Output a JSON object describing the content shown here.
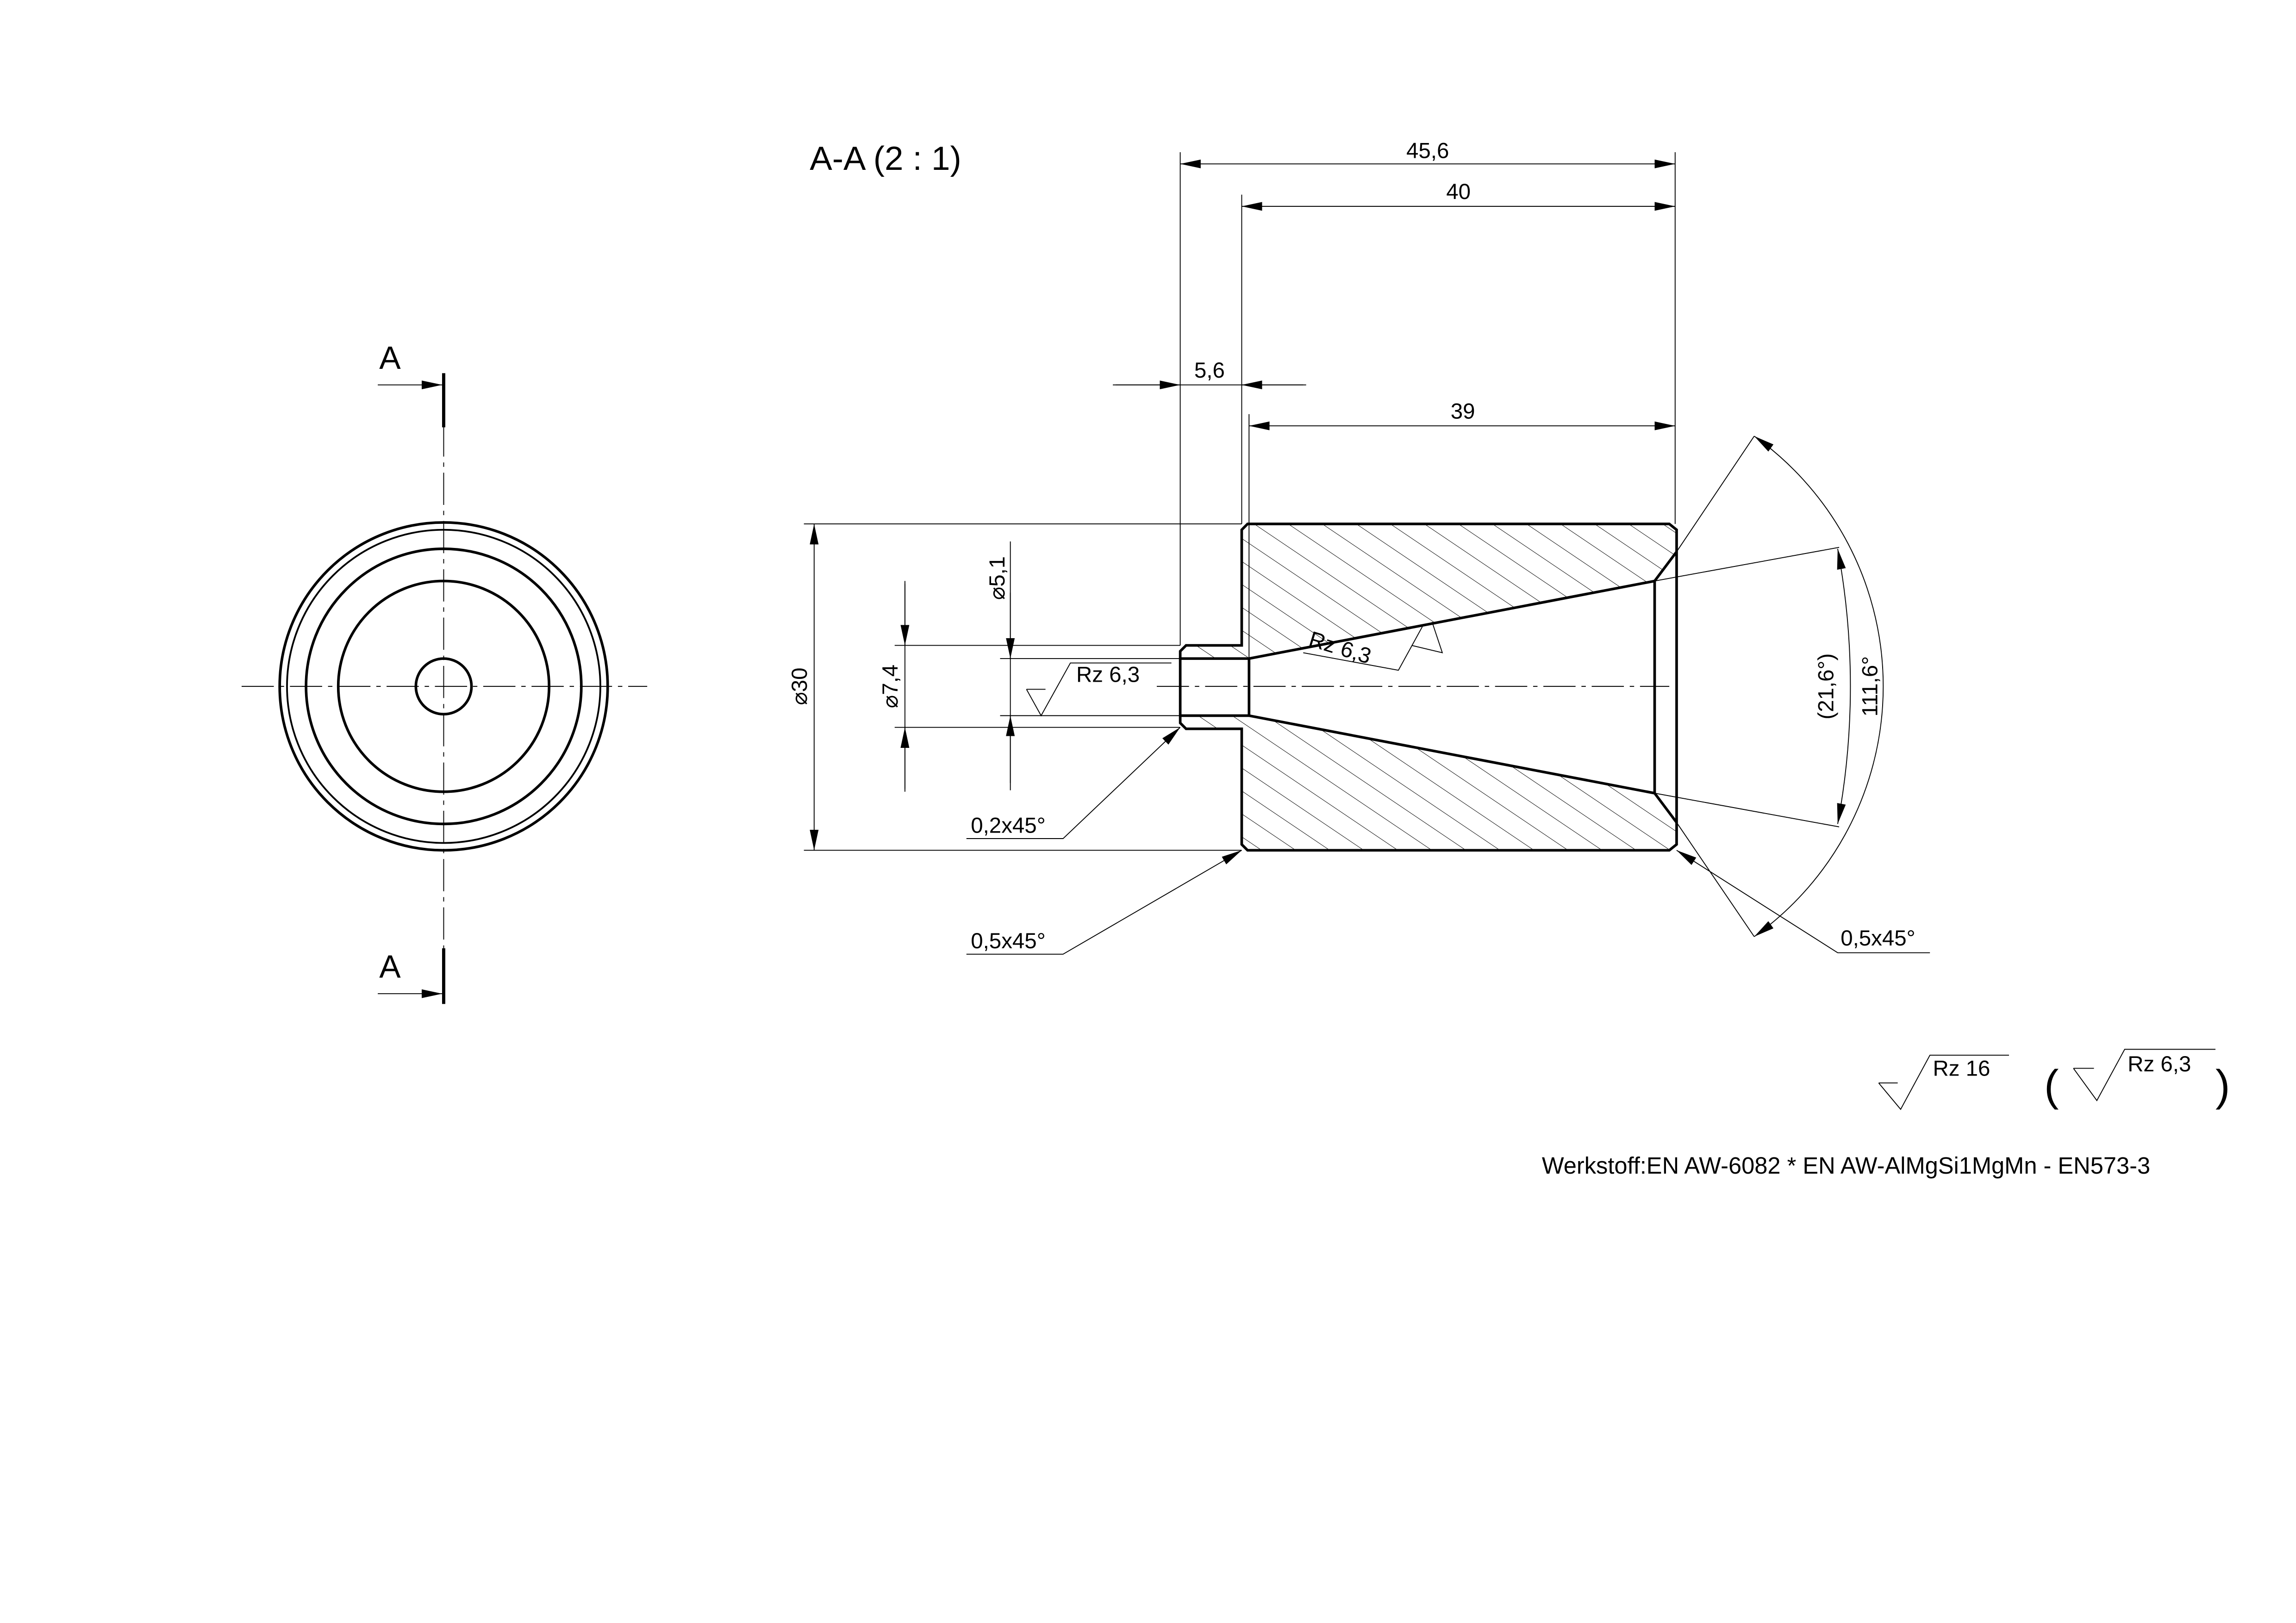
{
  "view": {
    "section_title": "A-A  (2 : 1)",
    "section_mark_top": "A",
    "section_mark_bottom": "A"
  },
  "dimensions": {
    "overall_length": "45,6",
    "body_length": "40",
    "flange_length": "5,6",
    "cone_length": "39",
    "outer_diameter": "⌀30",
    "flange_diameter": "⌀7,4",
    "bore_diameter": "⌀5,1",
    "included_angle": "111,6°",
    "cone_angle": "(21,6°)",
    "chamfer_flange": "0,2x45°",
    "chamfer_body_left": "0,5x45°",
    "chamfer_body_right": "0,5x45°"
  },
  "surface": {
    "bore_finish": "Rz  6,3",
    "cone_finish": "Rz  6,3",
    "general_finish": "Rz  16",
    "other_finish": "Rz  6,3",
    "paren_open": "(",
    "paren_close": ")"
  },
  "material": "Werkstoff:EN AW-6082 * EN AW-AlMgSi1MgMn - EN573-3"
}
